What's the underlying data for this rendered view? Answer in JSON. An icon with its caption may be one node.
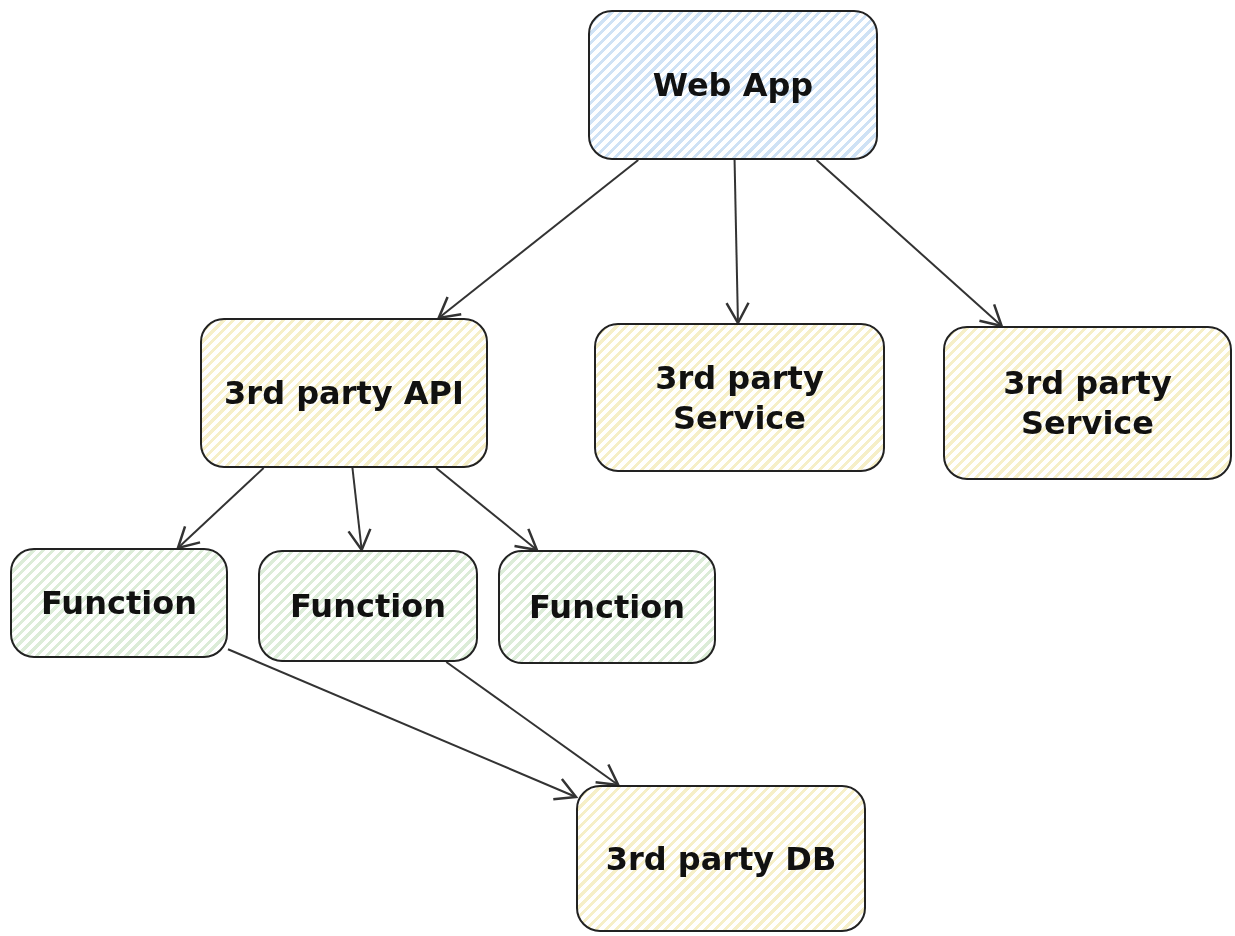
{
  "diagram": {
    "nodes": [
      {
        "text": [
          "Web App"
        ]
      },
      {
        "text": [
          "3rd party API"
        ]
      },
      {
        "text": [
          "3rd party Service"
        ]
      },
      {
        "text": [
          "3rd party Service"
        ]
      },
      {
        "text": [
          "Function"
        ]
      },
      {
        "text": [
          "Function"
        ]
      },
      {
        "text": [
          "Function"
        ]
      },
      {
        "text": [
          "3rd party DB"
        ]
      }
    ],
    "edges": [
      {
        "from": 0,
        "to": 1,
        "arrow": "to"
      },
      {
        "from": 0,
        "to": 2,
        "arrow": "to"
      },
      {
        "from": 0,
        "to": 3,
        "arrow": "to"
      },
      {
        "from": 1,
        "to": 4,
        "arrow": "to"
      },
      {
        "from": 1,
        "to": 5,
        "arrow": "to"
      },
      {
        "from": 1,
        "to": 6,
        "arrow": "to"
      },
      {
        "from": 4,
        "to": 7,
        "arrow": "to"
      },
      {
        "from": 5,
        "to": 7,
        "arrow": "to"
      }
    ]
  }
}
